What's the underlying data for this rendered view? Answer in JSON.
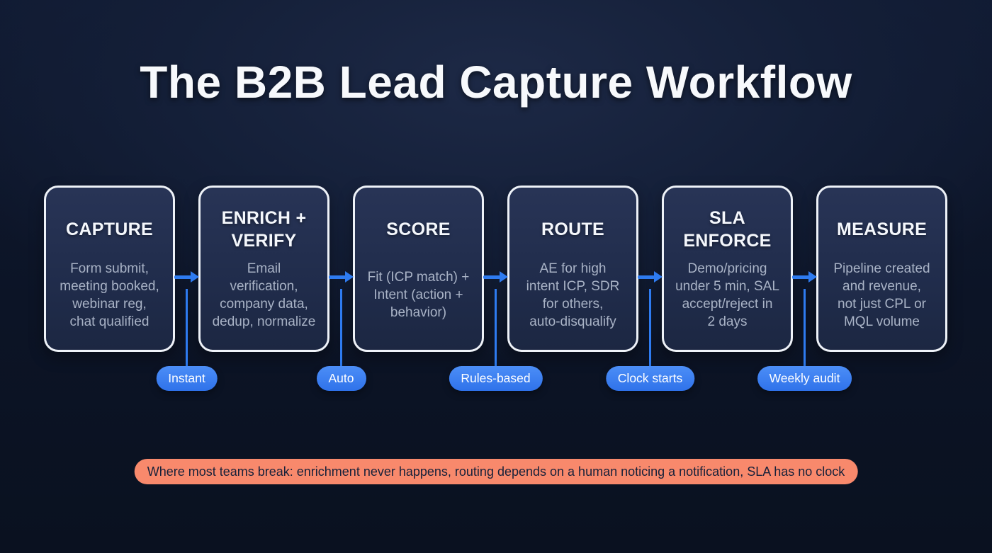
{
  "title": "The B2B Lead Capture Workflow",
  "workflow": {
    "steps": [
      {
        "title": "CAPTURE",
        "description": "Form submit,\nmeeting booked,\nwebinar reg,\nchat qualified"
      },
      {
        "title": "ENRICH +\nVERIFY",
        "description": "Email\nverification,\ncompany data,\ndedup, normalize"
      },
      {
        "title": "SCORE",
        "description": "Fit (ICP match) +\nIntent (action +\nbehavior)"
      },
      {
        "title": "ROUTE",
        "description": "AE for high\nintent ICP, SDR\nfor others,\nauto-disqualify"
      },
      {
        "title": "SLA\nENFORCE",
        "description": "Demo/pricing\nunder 5 min, SAL\naccept/reject in\n2 days"
      },
      {
        "title": "MEASURE",
        "description": "Pipeline created\nand revenue,\nnot just CPL or\nMQL volume"
      }
    ],
    "connector_labels": [
      "Instant",
      "Auto",
      "Rules-based",
      "Clock starts",
      "Weekly audit"
    ]
  },
  "footnote": "Where most teams break: enrichment never happens, routing depends on a human noticing a notification, SLA has no clock",
  "colors": {
    "background": "#0c1426",
    "accent_blue": "#2e7bf0",
    "pill_blue": "#3b82f4",
    "box_fill": "#222e4c",
    "box_border": "#eef2f8",
    "body_text": "#a9b3c6",
    "salmon": "#f8896c",
    "footnote_text": "#17213a"
  }
}
